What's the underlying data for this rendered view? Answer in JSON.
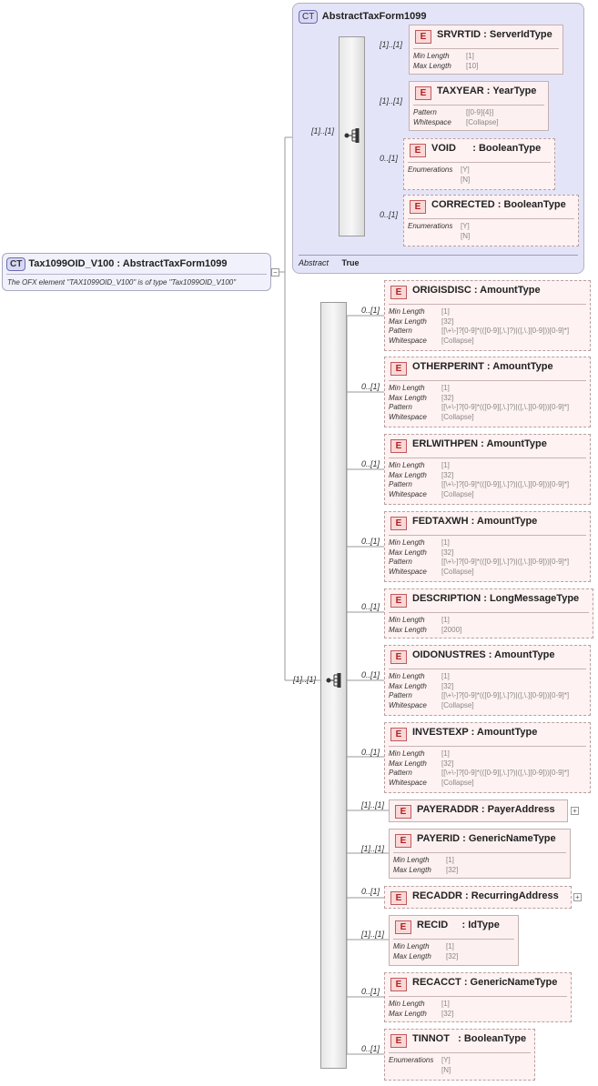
{
  "abstract_type": {
    "badge": "CT",
    "name": "AbstractTaxForm1099",
    "footer_key": "Abstract",
    "footer_value": "True",
    "sequence_multiplicity": "[1]..[1]",
    "elements": [
      {
        "name": "SRVRTID : ServerIdType",
        "multiplicity": "[1]..[1]",
        "optional": false,
        "props": [
          [
            "Min Length",
            "[1]"
          ],
          [
            "Max Length",
            "[10]"
          ]
        ]
      },
      {
        "name": "TAXYEAR : YearType",
        "multiplicity": "[1]..[1]",
        "optional": false,
        "props": [
          [
            "Pattern",
            "[[0-9]{4}]"
          ],
          [
            "Whitespace",
            "[Collapse]"
          ]
        ]
      },
      {
        "name": "VOID      : BooleanType",
        "multiplicity": "0..[1]",
        "optional": true,
        "props": [
          [
            "Enumerations",
            "[Y]",
            "[N]"
          ]
        ]
      },
      {
        "name": "CORRECTED : BooleanType",
        "multiplicity": "0..[1]",
        "optional": true,
        "props": [
          [
            "Enumerations",
            "[Y]",
            "[N]"
          ]
        ]
      }
    ]
  },
  "root": {
    "badge": "CT",
    "name": "Tax1099OID_V100 : AbstractTaxForm1099",
    "description": "The OFX element \"TAX1099OID_V100\" is of type \"Tax1099OID_V100\"",
    "collapse_marker": "−"
  },
  "main_sequence": {
    "multiplicity": "[1]..[1]",
    "elements": [
      {
        "name": "ORIGISDISC : AmountType",
        "multiplicity": "0..[1]",
        "optional": true,
        "props": [
          [
            "Min Length",
            "[1]"
          ],
          [
            "Max Length",
            "[32]"
          ],
          [
            "Pattern",
            "[[\\+\\-]?[0-9]*(([0-9][,\\.]?)|([,\\.][0-9]))[0-9]*]"
          ],
          [
            "Whitespace",
            "[Collapse]"
          ]
        ]
      },
      {
        "name": "OTHERPERINT : AmountType",
        "multiplicity": "0..[1]",
        "optional": true,
        "props": [
          [
            "Min Length",
            "[1]"
          ],
          [
            "Max Length",
            "[32]"
          ],
          [
            "Pattern",
            "[[\\+\\-]?[0-9]*(([0-9][,\\.]?)|([,\\.][0-9]))[0-9]*]"
          ],
          [
            "Whitespace",
            "[Collapse]"
          ]
        ]
      },
      {
        "name": "ERLWITHPEN : AmountType",
        "multiplicity": "0..[1]",
        "optional": true,
        "props": [
          [
            "Min Length",
            "[1]"
          ],
          [
            "Max Length",
            "[32]"
          ],
          [
            "Pattern",
            "[[\\+\\-]?[0-9]*(([0-9][,\\.]?)|([,\\.][0-9]))[0-9]*]"
          ],
          [
            "Whitespace",
            "[Collapse]"
          ]
        ]
      },
      {
        "name": "FEDTAXWH : AmountType",
        "multiplicity": "0..[1]",
        "optional": true,
        "props": [
          [
            "Min Length",
            "[1]"
          ],
          [
            "Max Length",
            "[32]"
          ],
          [
            "Pattern",
            "[[\\+\\-]?[0-9]*(([0-9][,\\.]?)|([,\\.][0-9]))[0-9]*]"
          ],
          [
            "Whitespace",
            "[Collapse]"
          ]
        ]
      },
      {
        "name": "DESCRIPTION : LongMessageType",
        "multiplicity": "0..[1]",
        "optional": true,
        "props": [
          [
            "Min Length",
            "[1]"
          ],
          [
            "Max Length",
            "[2000]"
          ]
        ]
      },
      {
        "name": "OIDONUSTRES : AmountType",
        "multiplicity": "0..[1]",
        "optional": true,
        "props": [
          [
            "Min Length",
            "[1]"
          ],
          [
            "Max Length",
            "[32]"
          ],
          [
            "Pattern",
            "[[\\+\\-]?[0-9]*(([0-9][,\\.]?)|([,\\.][0-9]))[0-9]*]"
          ],
          [
            "Whitespace",
            "[Collapse]"
          ]
        ]
      },
      {
        "name": "INVESTEXP : AmountType",
        "multiplicity": "0..[1]",
        "optional": true,
        "props": [
          [
            "Min Length",
            "[1]"
          ],
          [
            "Max Length",
            "[32]"
          ],
          [
            "Pattern",
            "[[\\+\\-]?[0-9]*(([0-9][,\\.]?)|([,\\.][0-9]))[0-9]*]"
          ],
          [
            "Whitespace",
            "[Collapse]"
          ]
        ]
      },
      {
        "name": "PAYERADDR : PayerAddress",
        "multiplicity": "[1]..[1]",
        "optional": false,
        "expandable": true,
        "props": []
      },
      {
        "name": "PAYERID : GenericNameType",
        "multiplicity": "[1]..[1]",
        "optional": false,
        "props": [
          [
            "Min Length",
            "[1]"
          ],
          [
            "Max Length",
            "[32]"
          ]
        ]
      },
      {
        "name": "RECADDR : RecurringAddress",
        "multiplicity": "0..[1]",
        "optional": true,
        "expandable": true,
        "props": []
      },
      {
        "name": "RECID     : IdType",
        "multiplicity": "[1]..[1]",
        "optional": false,
        "props": [
          [
            "Min Length",
            "[1]"
          ],
          [
            "Max Length",
            "[32]"
          ]
        ]
      },
      {
        "name": "RECACCT : GenericNameType",
        "multiplicity": "0..[1]",
        "optional": true,
        "props": [
          [
            "Min Length",
            "[1]"
          ],
          [
            "Max Length",
            "[32]"
          ]
        ]
      },
      {
        "name": "TINNOT   : BooleanType",
        "multiplicity": "0..[1]",
        "optional": true,
        "props": [
          [
            "Enumerations",
            "[Y]",
            "[N]"
          ]
        ]
      }
    ]
  }
}
